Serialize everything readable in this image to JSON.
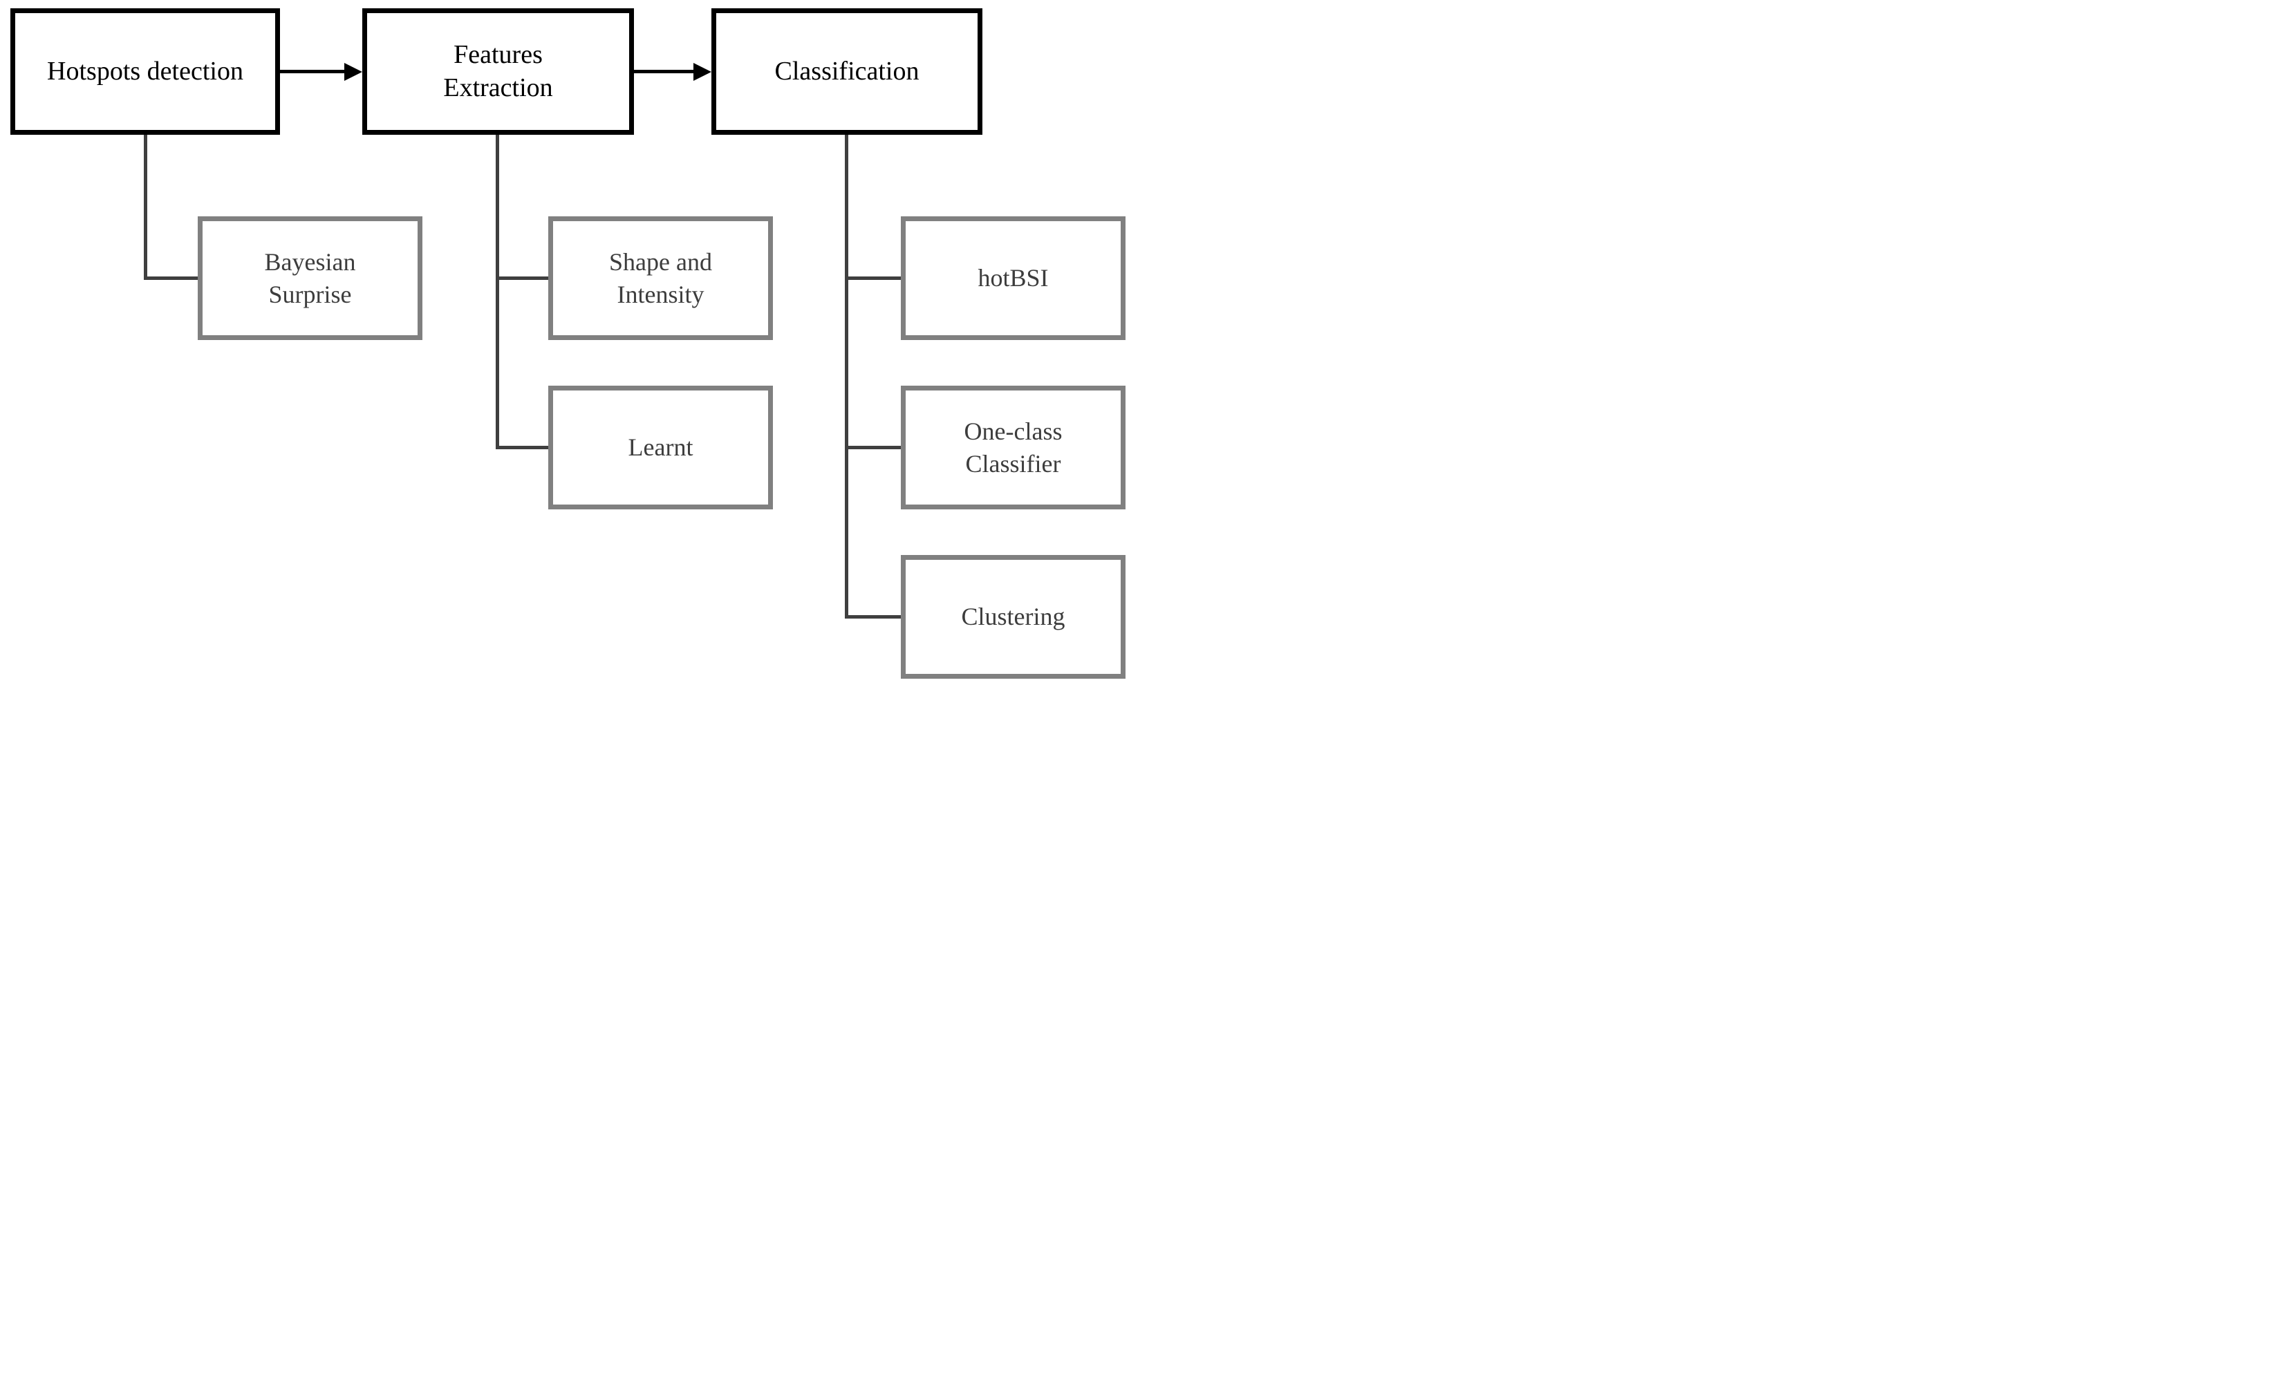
{
  "figure": {
    "background": "#ffffff",
    "colors": {
      "main_box_border": "#000000",
      "main_box_text": "#000000",
      "sub_box_border": "#808080",
      "sub_box_text": "#3d3d3d",
      "connector_line": "#3f3f3f",
      "arrow": "#000000"
    },
    "main_nodes": [
      {
        "id": "hotspots-detection",
        "label": "Hotspots detection"
      },
      {
        "id": "features-extraction",
        "label": "Features\nExtraction"
      },
      {
        "id": "classification",
        "label": "Classification"
      }
    ],
    "sub_nodes": [
      {
        "id": "bayesian-surprise",
        "parent": "hotspots-detection",
        "label": "Bayesian\nSurprise"
      },
      {
        "id": "shape-and-intensity",
        "parent": "features-extraction",
        "label": "Shape and\nIntensity"
      },
      {
        "id": "learnt",
        "parent": "features-extraction",
        "label": "Learnt"
      },
      {
        "id": "hotbsi",
        "parent": "classification",
        "label": "hotBSI"
      },
      {
        "id": "one-class-classifier",
        "parent": "classification",
        "label": "One-class\nClassifier"
      },
      {
        "id": "clustering",
        "parent": "classification",
        "label": "Clustering"
      }
    ],
    "edges": [
      {
        "from": "hotspots-detection",
        "to": "features-extraction",
        "type": "arrow"
      },
      {
        "from": "features-extraction",
        "to": "classification",
        "type": "arrow"
      },
      {
        "from": "hotspots-detection",
        "to": "bayesian-surprise",
        "type": "line"
      },
      {
        "from": "features-extraction",
        "to": "shape-and-intensity",
        "type": "line"
      },
      {
        "from": "features-extraction",
        "to": "learnt",
        "type": "line"
      },
      {
        "from": "classification",
        "to": "hotbsi",
        "type": "line"
      },
      {
        "from": "classification",
        "to": "one-class-classifier",
        "type": "line"
      },
      {
        "from": "classification",
        "to": "clustering",
        "type": "line"
      }
    ]
  }
}
